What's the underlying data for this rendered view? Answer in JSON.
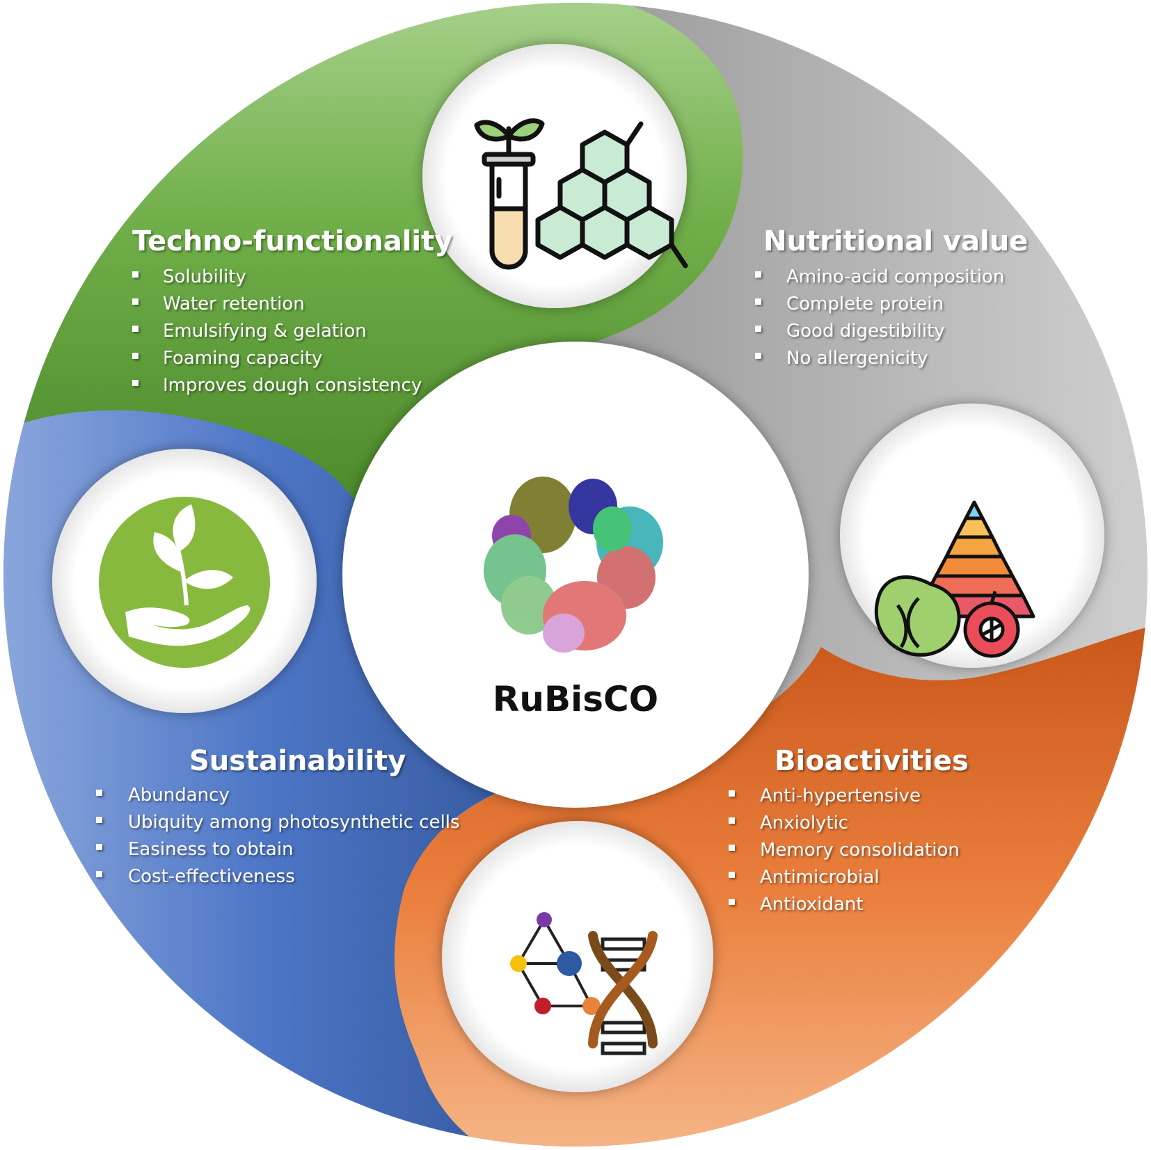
{
  "center": {
    "label": "RuBisCO"
  },
  "sections": {
    "techno": {
      "title": "Techno-functionality",
      "items": [
        "Solubility",
        "Water retention",
        "Emulsifying & gelation",
        "Foaming capacity",
        "Improves dough consistency"
      ],
      "color": "#6faa45",
      "icon": "test-tube-plant-molecule-icon"
    },
    "nutrition": {
      "title": "Nutritional value",
      "items": [
        "Amino-acid composition",
        "Complete protein",
        "Good digestibility",
        "No allergenicity"
      ],
      "color": "#9e9e9e",
      "icon": "food-pyramid-icon"
    },
    "bio": {
      "title": "Bioactivities",
      "items": [
        "Anti-hypertensive",
        "Anxiolytic",
        "Memory consolidation",
        "Antimicrobial",
        "Antioxidant"
      ],
      "color": "#e87a3a",
      "icon": "dna-molecule-icon"
    },
    "sustain": {
      "title": "Sustainability",
      "items": [
        "Abundancy",
        "Ubiquity among photosynthetic cells",
        "Easiness to obtain",
        "Cost-effectiveness"
      ],
      "color": "#4a72c4",
      "icon": "hand-plant-icon"
    }
  }
}
